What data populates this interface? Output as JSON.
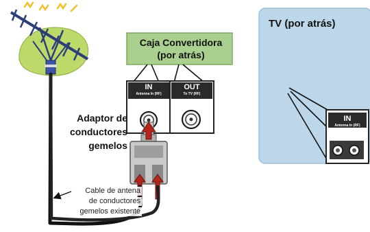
{
  "converter_box": {
    "title_line1": "Caja Convertidora",
    "title_line2": "(por atrás)",
    "in_port": {
      "label": "IN",
      "sublabel": "Antenna In (RF)"
    },
    "out_port": {
      "label": "OUT",
      "sublabel": "To TV (RF)"
    }
  },
  "tv": {
    "title": "TV (por atrás)",
    "in_port": {
      "label": "IN",
      "sublabel": "Antenna In (RF)"
    }
  },
  "adaptor_label": [
    "Adaptor de",
    "conductores",
    "gemelos"
  ],
  "cable_label": [
    "Cable de antena",
    "de conductores",
    "gemelos existente"
  ],
  "icons": [
    "antenna-icon",
    "lightning-icon",
    "coax-connector-icon",
    "twin-lead-adaptor-icon",
    "arrow-icon"
  ],
  "colors": {
    "box_fill": "#a9d08e",
    "tv_fill": "#bcd7ea",
    "port_panel": "#2a2a2a",
    "arrow": "#b3261e",
    "antenna_leaves": "#bcd96a",
    "lightning": "#f2c12e",
    "cable": "#111111"
  }
}
